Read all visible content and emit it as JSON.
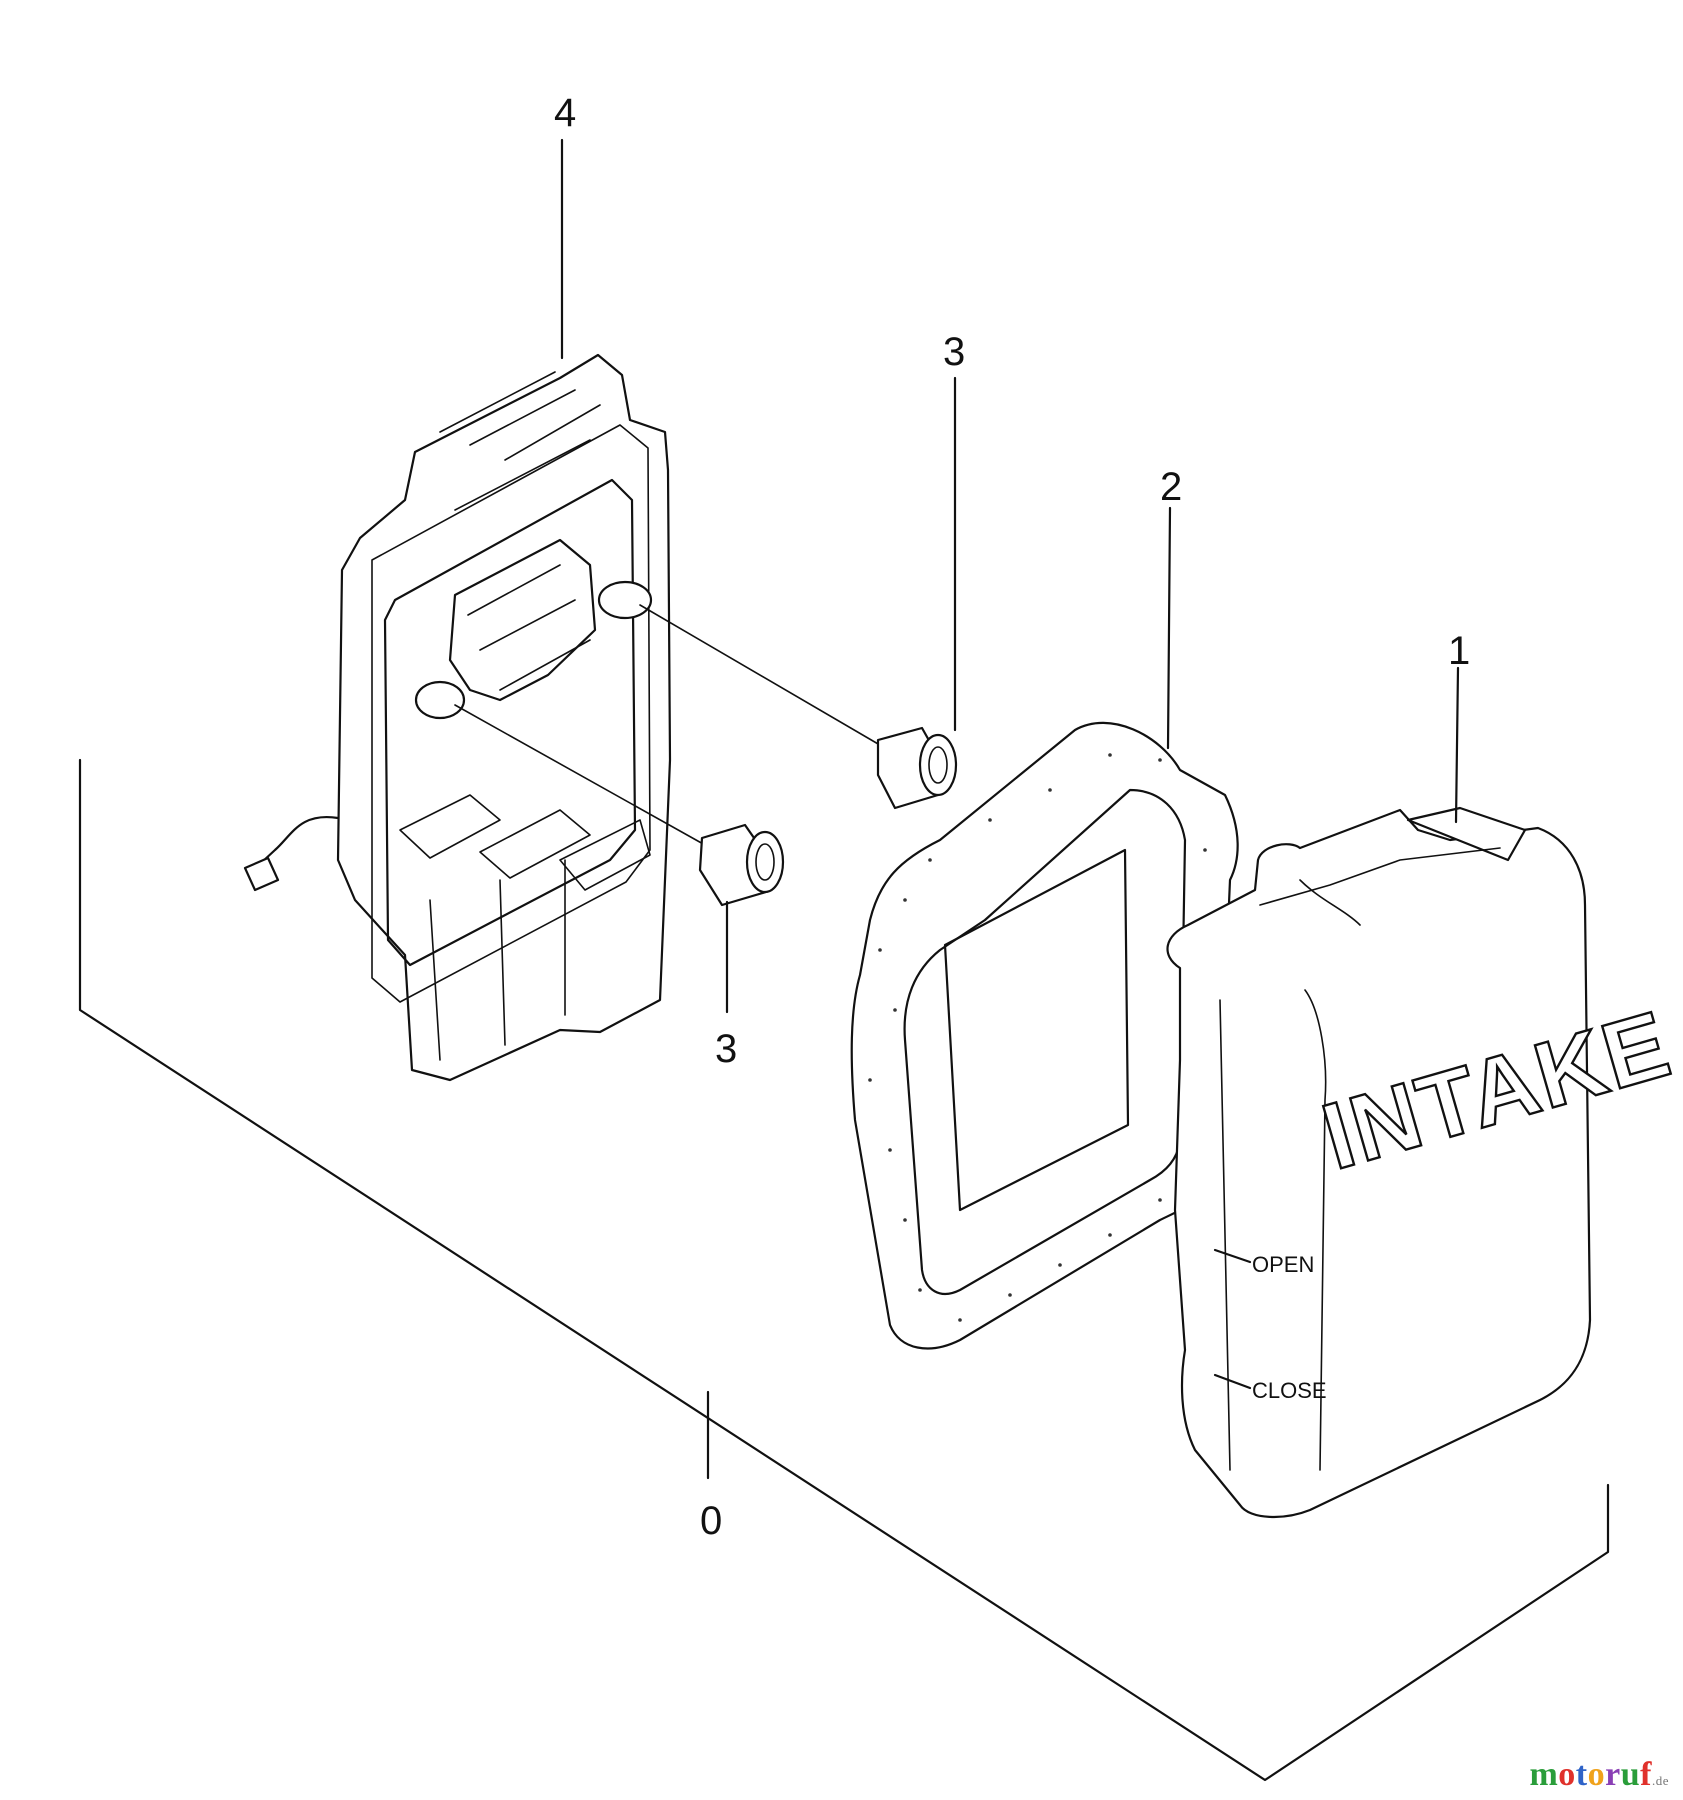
{
  "callouts": {
    "assembly": "0",
    "cover": "1",
    "filter_element": "2",
    "grommet_upper": "3",
    "grommet_lower": "3",
    "base_plate": "4"
  },
  "cover_text": {
    "intake": "INTAKE",
    "open": "OPEN",
    "close": "CLOSE"
  },
  "watermark": {
    "letters": [
      "m",
      "o",
      "t",
      "o",
      "r",
      "u",
      "f"
    ],
    "letter_colors": [
      "#2a9d3a",
      "#e0312b",
      "#2f63c8",
      "#f0a21b",
      "#8a3fb5",
      "#2a9d3a",
      "#e0312b"
    ],
    "suffix": ".de"
  }
}
